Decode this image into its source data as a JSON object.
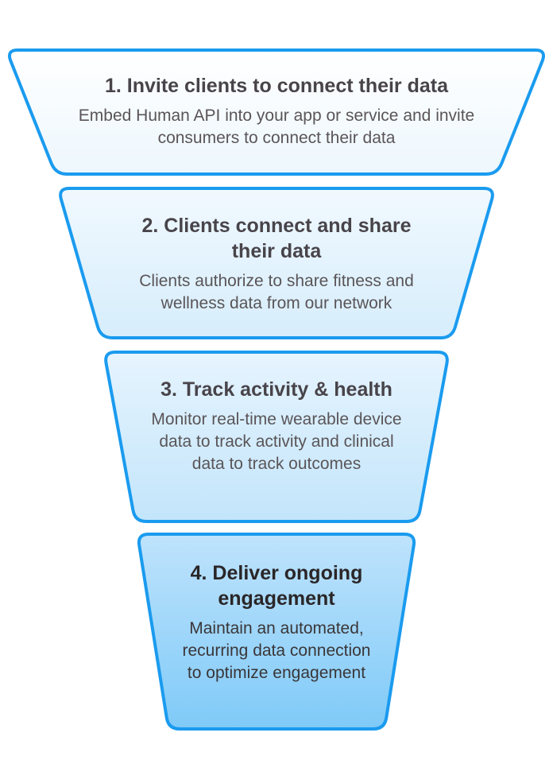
{
  "diagram": {
    "type": "funnel",
    "stroke_color": "#1a9bef",
    "stages": [
      {
        "title": "1. Invite clients to connect their data",
        "description": "Embed Human API into your app or service and invite consumers to connect their data",
        "fill_top": "#ffffff",
        "fill_bottom": "#edf7fd"
      },
      {
        "title": "2. Clients connect and share their data",
        "description": "Clients authorize to share fitness and wellness data from our network",
        "fill_top": "#f1f9fe",
        "fill_bottom": "#d6edfc"
      },
      {
        "title": "3. Track activity & health",
        "description": "Monitor real-time wearable device data to track activity and clinical data to track outcomes",
        "fill_top": "#e6f4fe",
        "fill_bottom": "#c3e5fb"
      },
      {
        "title": "4. Deliver ongoing engagement",
        "description": "Maintain an automated, recurring data connection to optimize engagement",
        "fill_top": "#bfe3fc",
        "fill_bottom": "#7fcaf8"
      }
    ]
  }
}
